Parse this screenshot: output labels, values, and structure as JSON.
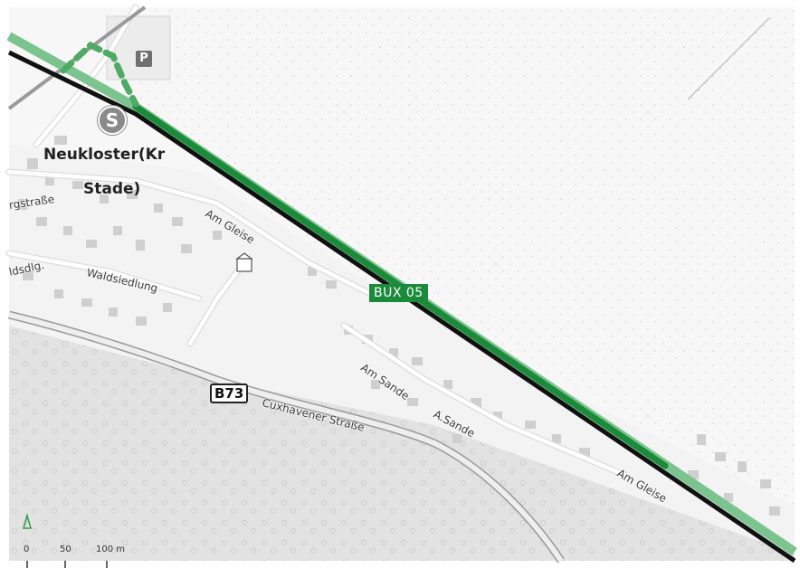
{
  "map": {
    "place_label_line1": "Neukloster(Kr",
    "place_label_line2": "Stade)",
    "route_badge": "BUX 05",
    "road_shield": "B73",
    "streets": {
      "am_gleise_top": "Am Gleise",
      "am_gleise_bottom": "Am Gleise",
      "waldsiedlung": "Waldsiedlung",
      "waldsdlg_partial": "ldsdlg.",
      "bergstrasse_partial": "rgstraße",
      "am_sande": "Am Sande",
      "a_sande": "A.Sande",
      "cuxhavener_strasse": "Cuxhavener Straße"
    },
    "icons": {
      "parking": "P",
      "sbahn": "S"
    },
    "scale": {
      "tick0": "0",
      "tick1": "50",
      "tick2": "100 m"
    },
    "colors": {
      "route_green": "#1b8a3a",
      "route_light_green": "#7cc48f",
      "railway": "#111111",
      "forest": "#e4e4e4",
      "water_dots": "#f6f6f6"
    }
  }
}
